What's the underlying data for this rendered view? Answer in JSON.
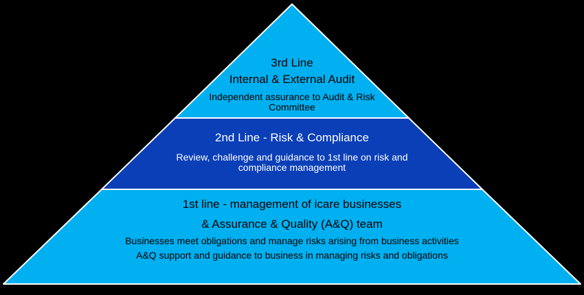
{
  "colors": {
    "background": "#000000",
    "tier_light": "#00b0f0",
    "tier_dark": "#0a3fb8",
    "text_dark": "#000000",
    "text_light": "#ffffff"
  },
  "pyramid": {
    "tiers": [
      {
        "title": "3rd Line",
        "heading": "Internal & External Audit",
        "description": "Independent assurance to Audit & Risk Committee"
      },
      {
        "title": "2nd Line - Risk & Compliance",
        "description": "Review, challenge and guidance to 1st line on risk and compliance management"
      },
      {
        "title": "1st line - management of icare businesses",
        "heading": "& Assurance & Quality (A&Q) team",
        "description": "Businesses meet obligations and manage risks arising from business activities",
        "description2": "A&Q support and guidance to business in managing risks and obligations"
      }
    ]
  }
}
